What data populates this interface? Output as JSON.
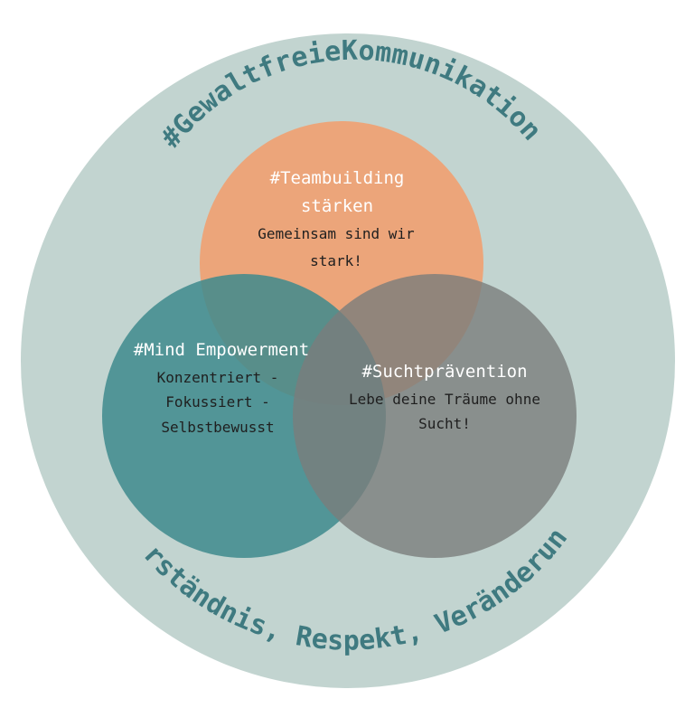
{
  "outer": {
    "top_arc_text": "#GewaltfreieKommunikation",
    "bottom_arc_text": "Verständnis, Respekt, Veränderung!",
    "fill_color": "#c2d4d0",
    "text_color": "#3f7a80"
  },
  "circles": {
    "teambuilding": {
      "title_line1": "#Teambuilding",
      "title_line2": "stärken",
      "body_line1": "Gemeinsam sind wir",
      "body_line2": "stark!",
      "color": "#eca57a"
    },
    "mind": {
      "title": "#Mind Empowerment",
      "body_line1": "Konzentriert -",
      "body_line2": "Fokussiert -",
      "body_line3": "Selbstbewusst",
      "color": "#3f8a8d"
    },
    "sucht": {
      "title": "#Suchtprävention",
      "body_line1": "Lebe deine Träume ohne",
      "body_line2": "Sucht!",
      "color": "#7a7d7c"
    }
  }
}
